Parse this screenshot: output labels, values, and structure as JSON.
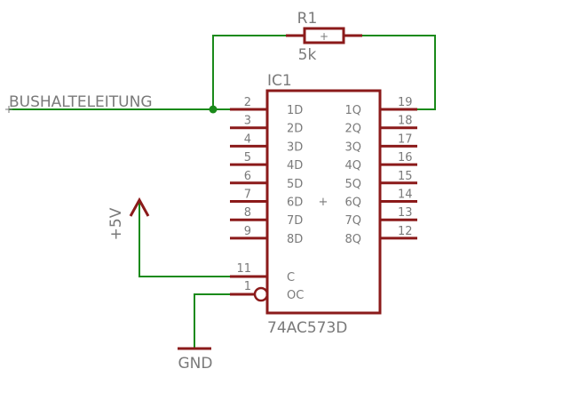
{
  "resistor": {
    "name": "R1",
    "value": "5k",
    "origin": "+"
  },
  "ic": {
    "name": "IC1",
    "part": "74AC573D",
    "origin": "+",
    "left_pins": [
      {
        "num": "2",
        "name": "1D"
      },
      {
        "num": "3",
        "name": "2D"
      },
      {
        "num": "4",
        "name": "3D"
      },
      {
        "num": "5",
        "name": "4D"
      },
      {
        "num": "6",
        "name": "5D"
      },
      {
        "num": "7",
        "name": "6D"
      },
      {
        "num": "8",
        "name": "7D"
      },
      {
        "num": "9",
        "name": "8D"
      }
    ],
    "right_pins": [
      {
        "num": "19",
        "name": "1Q"
      },
      {
        "num": "18",
        "name": "2Q"
      },
      {
        "num": "17",
        "name": "3Q"
      },
      {
        "num": "16",
        "name": "4Q"
      },
      {
        "num": "15",
        "name": "5Q"
      },
      {
        "num": "14",
        "name": "6Q"
      },
      {
        "num": "13",
        "name": "7Q"
      },
      {
        "num": "12",
        "name": "8Q"
      }
    ],
    "control_pins": [
      {
        "num": "11",
        "name": "C"
      },
      {
        "num": "1",
        "name": "OC"
      }
    ]
  },
  "net_label": "BUSHALTELEITUNG",
  "supply_label": "+5V",
  "ground_label": "GND",
  "colors": {
    "wire": "#1a8a1a",
    "component": "#8b1a1a",
    "text": "#7a7a7a"
  }
}
